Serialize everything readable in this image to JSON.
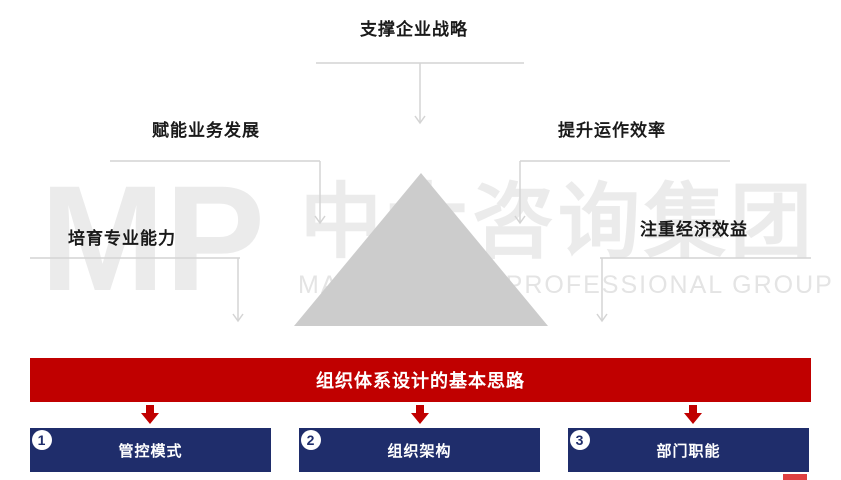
{
  "watermark": {
    "logo": "MP",
    "company": "中大咨询集团",
    "tagline": "MANAGEMENT PROFESSIONAL GROUP"
  },
  "goals": {
    "top": "支撑企业战略",
    "mid_left": "赋能业务发展",
    "mid_right": "提升运作效率",
    "low_left": "培育专业能力",
    "low_right": "注重经济效益"
  },
  "banner": {
    "title": "组织体系设计的基本思路"
  },
  "boxes": [
    {
      "number": "1",
      "label": "管控模式"
    },
    {
      "number": "2",
      "label": "组织架构"
    },
    {
      "number": "3",
      "label": "部门职能"
    }
  ],
  "colors": {
    "banner_red": "#c00000",
    "box_navy": "#1f2d6b",
    "watermark_gray": "#e6e6e6",
    "triangle_gray": "#cccccc"
  }
}
